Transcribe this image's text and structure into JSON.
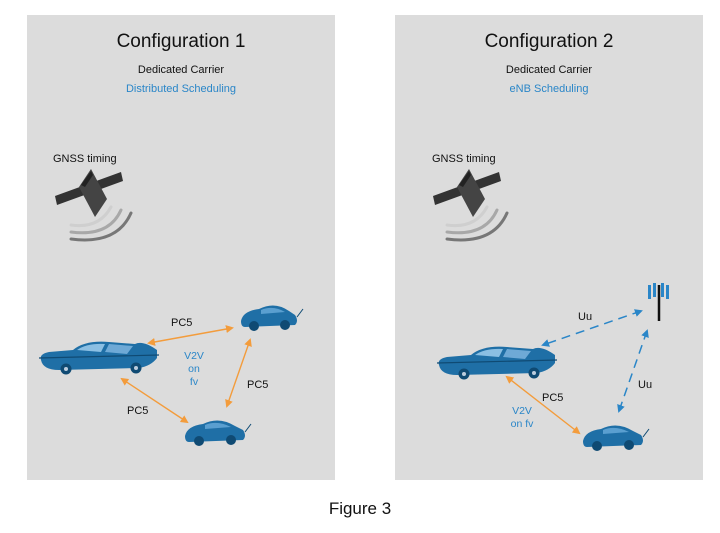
{
  "colors": {
    "panel_bg": "#dcdcdc",
    "accent_blue": "#2a86c8",
    "link_orange": "#f39c3c",
    "car_blue": "#1f6fa6",
    "satellite": "#333333"
  },
  "config1": {
    "title": "Configuration 1",
    "carrier": "Dedicated Carrier",
    "scheduling": "Distributed Scheduling",
    "gnss_label": "GNSS timing",
    "link_left": "PC5",
    "link_right": "PC5",
    "link_bottom": "PC5",
    "v2v_line1": "V2V",
    "v2v_line2": "on",
    "v2v_line3": "fv"
  },
  "config2": {
    "title": "Configuration 2",
    "carrier": "Dedicated Carrier",
    "scheduling": "eNB Scheduling",
    "gnss_label": "GNSS timing",
    "uu_top": "Uu",
    "uu_right": "Uu",
    "pc5": "PC5",
    "v2v_line1": "V2V",
    "v2v_line2": "on fv"
  },
  "caption": "Figure 3",
  "icons": [
    "satellite-icon",
    "signal-waves-icon",
    "classic-car-icon",
    "compact-car-icon",
    "base-station-icon"
  ]
}
